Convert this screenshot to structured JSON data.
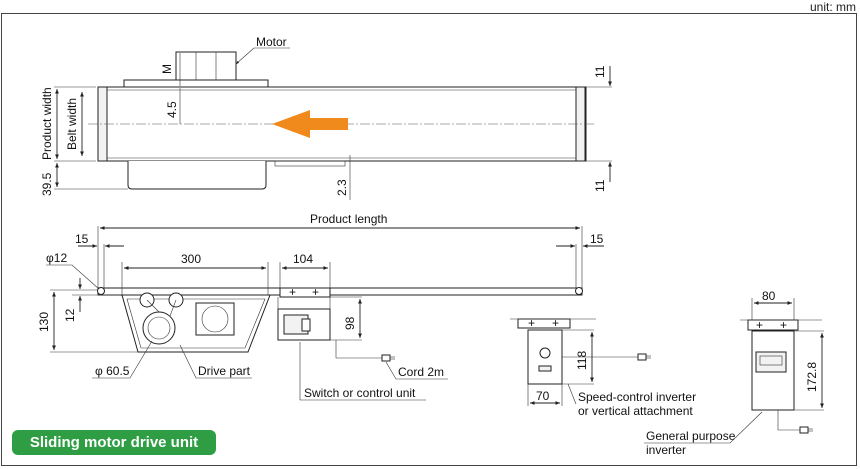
{
  "unit": "unit: mm",
  "labels": {
    "motor": "Motor",
    "m": "M",
    "product_width": "Product width",
    "belt_width": "Belt width",
    "dim_4_5": "4.5",
    "dim_39_5": "39.5",
    "dim_2_3": "2.3",
    "dim_11_top": "11",
    "dim_11_bottom": "11",
    "product_length": "Product length",
    "dim_15_left": "15",
    "dim_15_right": "15",
    "phi12": "φ12",
    "dim_300": "300",
    "dim_104": "104",
    "dim_130": "130",
    "dim_12": "12",
    "dim_98": "98",
    "phi60_5": "φ 60.5",
    "drive_part": "Drive part",
    "cord": "Cord 2m",
    "switch": "Switch or control unit",
    "dim_118": "118",
    "dim_70": "70",
    "speed_line1": "Speed-control inverter",
    "speed_line2": "or vertical attachment",
    "dim_80": "80",
    "dim_172_8": "172.8",
    "general_line1": "General purpose",
    "general_line2": "inverter"
  },
  "badge": "Sliding motor drive unit",
  "colors": {
    "arrow": "#f08a1c",
    "badge": "#2e9d43"
  }
}
